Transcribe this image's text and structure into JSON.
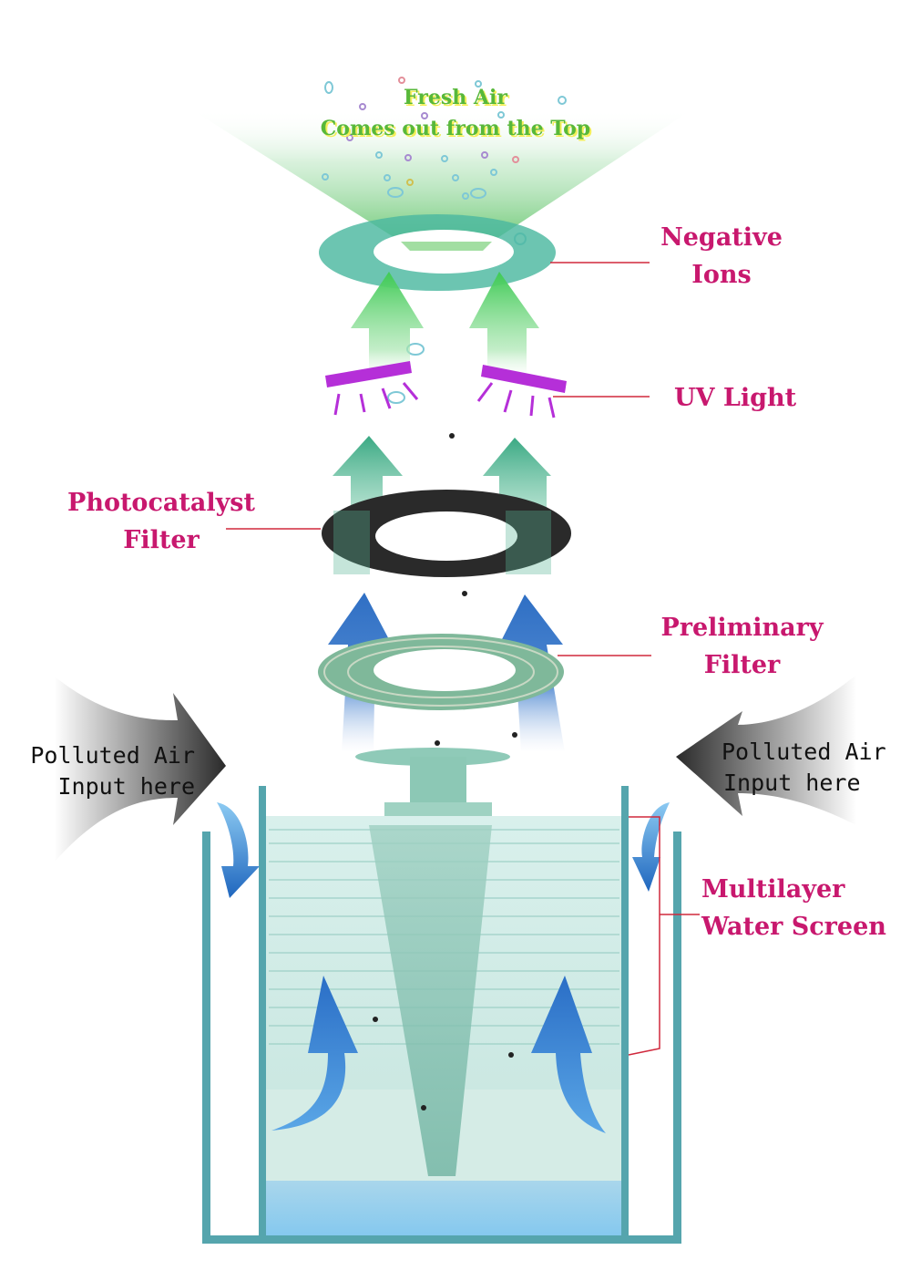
{
  "title_top": {
    "line1": "Fresh Air",
    "line2": "Comes out from the Top"
  },
  "labels": {
    "negative_ions": {
      "line1": "Negative",
      "line2": "Ions"
    },
    "uv_light": {
      "line1": "UV Light"
    },
    "photocatalyst_filter": {
      "line1": "Photocatalyst",
      "line2": "Filter"
    },
    "preliminary_filter": {
      "line1": "Preliminary",
      "line2": "Filter"
    },
    "multilayer_water_screen": {
      "line1": "Multilayer",
      "line2": "Water Screen"
    }
  },
  "inputs": {
    "left": {
      "line1": "Polluted Air",
      "line2": "Input here"
    },
    "right": {
      "line1": "Polluted Air",
      "line2": "Input here"
    }
  },
  "colors": {
    "label": "#c8186e",
    "leader_line": "#d0283c",
    "fresh_air_text": "#58b83a",
    "fresh_air_shadow": "#f4ef5a",
    "tank_wall": "#55a5ad",
    "uv_bar": "#b52fd8",
    "blue_arrow": "#2f6fc4",
    "green_arrow": "#5fd46a",
    "teal_arrow": "#3aa983",
    "ion_ring": "#4cb8a0",
    "photocatalyst_ring": "#2a2a2a",
    "preliminary_ring": "#7fb89a",
    "water_screen": "#cfeae6",
    "water_bottom": "#8fcfee"
  }
}
